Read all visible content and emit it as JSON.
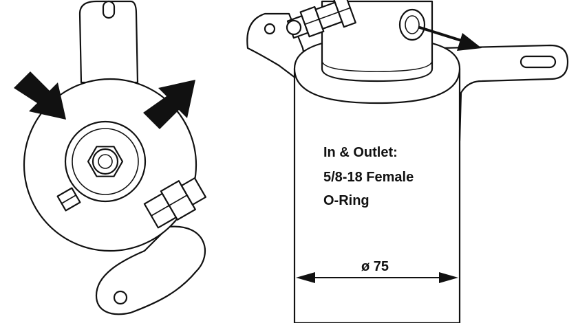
{
  "spec": {
    "line1": "In & Outlet:",
    "line2": "5/8-18 Female",
    "line3": "O-Ring"
  },
  "dimension": {
    "label": "ø 75"
  },
  "colors": {
    "line": "#111111",
    "background": "#ffffff"
  }
}
